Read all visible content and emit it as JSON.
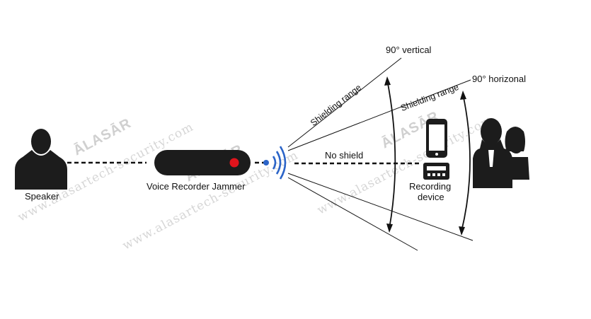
{
  "labels": {
    "speaker": "Speaker",
    "jammer": "Voice Recorder Jammer",
    "no_shield": "No shield",
    "recording_line1": "Recording",
    "recording_line2": "device",
    "vertical": "90° vertical",
    "horizontal": "90° horizonal",
    "shielding_vertical": "Shielding range",
    "shielding_horizontal": "Shielding range"
  },
  "watermarks": {
    "logo": "ĀLASĀR",
    "site": "www.alasartech-security.com"
  },
  "colors": {
    "ink": "#111111",
    "silhouette": "#1c1c1c",
    "led": "#e0141c",
    "signal": "#2b64c8",
    "watermark": "#d6d6d6"
  },
  "icons": {
    "speaker": "person-silhouette-icon",
    "jammer": "jammer-device-icon",
    "signal": "wireless-signal-icon",
    "phone": "smartphone-icon",
    "recorder": "voice-recorder-icon",
    "people": "people-silhouette-icon"
  }
}
